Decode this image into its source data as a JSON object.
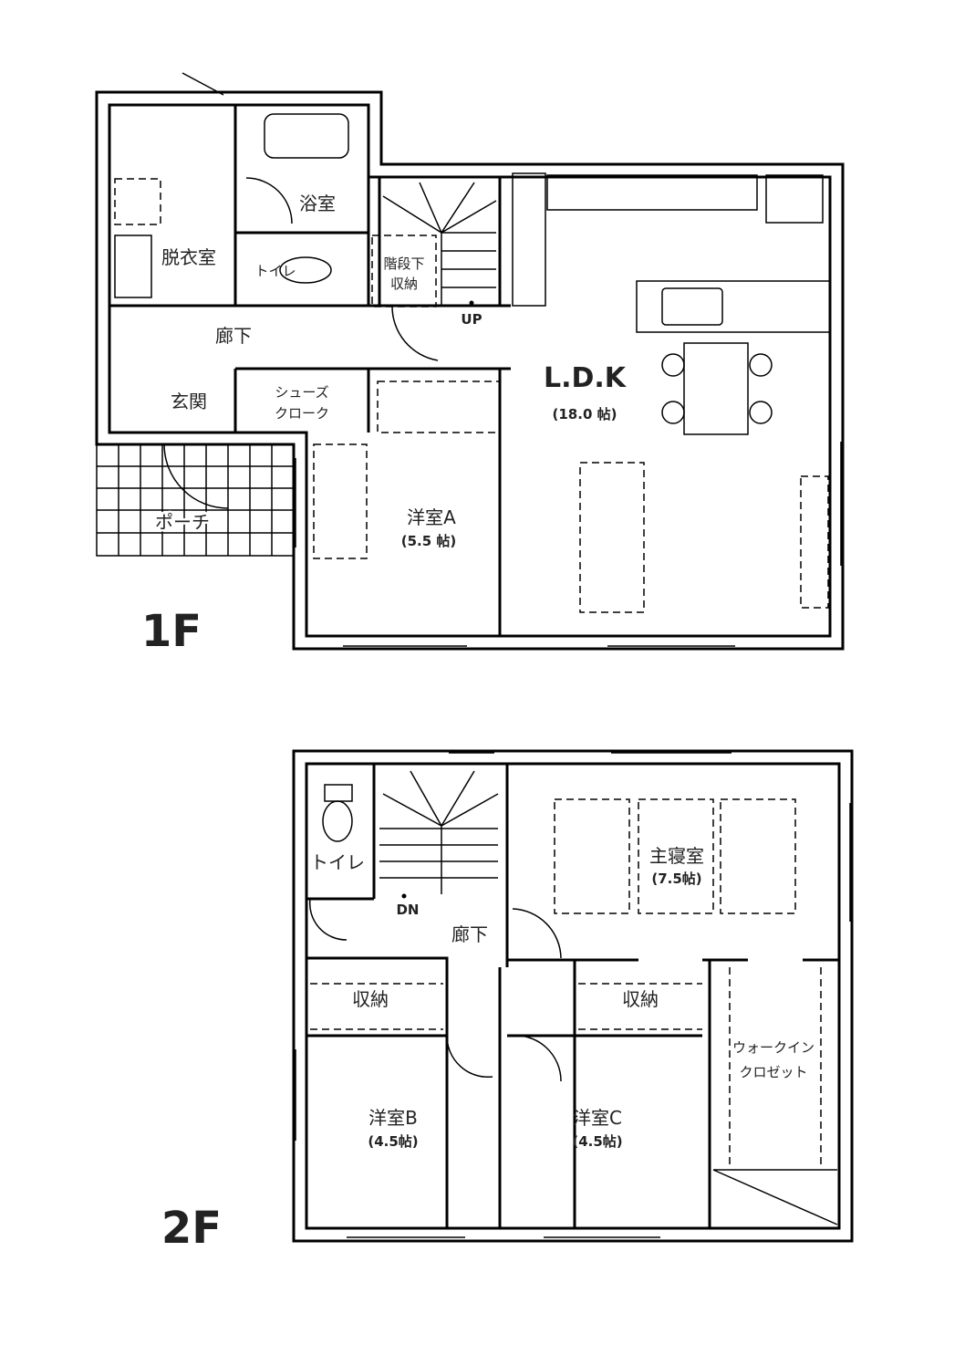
{
  "floor_1": {
    "floor_label": "1F",
    "rooms": {
      "bath": "浴室",
      "dressing": "脱衣室",
      "toilet": "トイレ",
      "under_stair_1": "階段下",
      "under_stair_2": "収納",
      "stair_up": "UP",
      "hall": "廊下",
      "entrance": "玄関",
      "shoe_1": "シューズ",
      "shoe_2": "クローク",
      "ldk": "L.D.K",
      "ldk_size": "(18.0 帖)",
      "room_a": "洋室A",
      "room_a_size": "(5.5 帖)",
      "porch": "ポーチ"
    }
  },
  "floor_2": {
    "floor_label": "2F",
    "rooms": {
      "toilet": "トイレ",
      "master": "主寝室",
      "master_size": "(7.5帖)",
      "stair_down": "DN",
      "hall": "廊下",
      "storage_b": "収納",
      "storage_c": "収納",
      "wic_1": "ウォークイン",
      "wic_2": "クロゼット",
      "room_b": "洋室B",
      "room_b_size": "(4.5帖)",
      "room_c": "洋室C",
      "room_c_size": "(4.5帖)"
    }
  }
}
